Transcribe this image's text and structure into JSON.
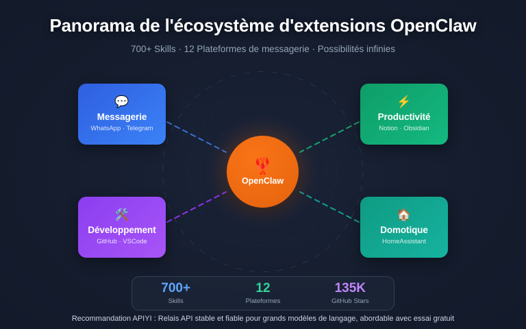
{
  "header": {
    "title": "Panorama de l'écosystème d'extensions OpenClaw",
    "subtitle": "700+ Skills · 12 Plateformes de messagerie · Possibilités infinies"
  },
  "hub": {
    "icon": "🦞",
    "icon_name": "lobster-icon",
    "label": "OpenClaw",
    "color": "#f97316"
  },
  "cards": [
    {
      "id": "messaging",
      "icon": "💬",
      "icon_name": "speech-balloon-icon",
      "title": "Messagerie",
      "subtitle": "WhatsApp · Telegram",
      "color": "#3b82f6",
      "line_color": "#3b6fd4"
    },
    {
      "id": "productivity",
      "icon": "⚡",
      "icon_name": "lightning-bolt-icon",
      "title": "Productivité",
      "subtitle": "Notion · Obsidian",
      "color": "#14b981",
      "line_color": "#16a46f"
    },
    {
      "id": "development",
      "icon": "🛠️",
      "icon_name": "hammer-and-wrench-icon",
      "title": "Développement",
      "subtitle": "GitHub · VSCode",
      "color": "#a855f7",
      "line_color": "#9333ea"
    },
    {
      "id": "homeauto",
      "icon": "🏠",
      "icon_name": "house-icon",
      "title": "Domotique",
      "subtitle": "HomeAssistant",
      "color": "#16b3a0",
      "line_color": "#14a094"
    }
  ],
  "stats": [
    {
      "value": "700+",
      "label": "Skills",
      "color": "#60a5fa"
    },
    {
      "value": "12",
      "label": "Plateformes",
      "color": "#34d399"
    },
    {
      "value": "135K",
      "label": "GitHub Stars",
      "color": "#c084fc"
    }
  ],
  "footer": {
    "note": "Recommandation APIYI : Relais API stable et fiable pour grands modèles de langage, abordable avec essai gratuit"
  }
}
